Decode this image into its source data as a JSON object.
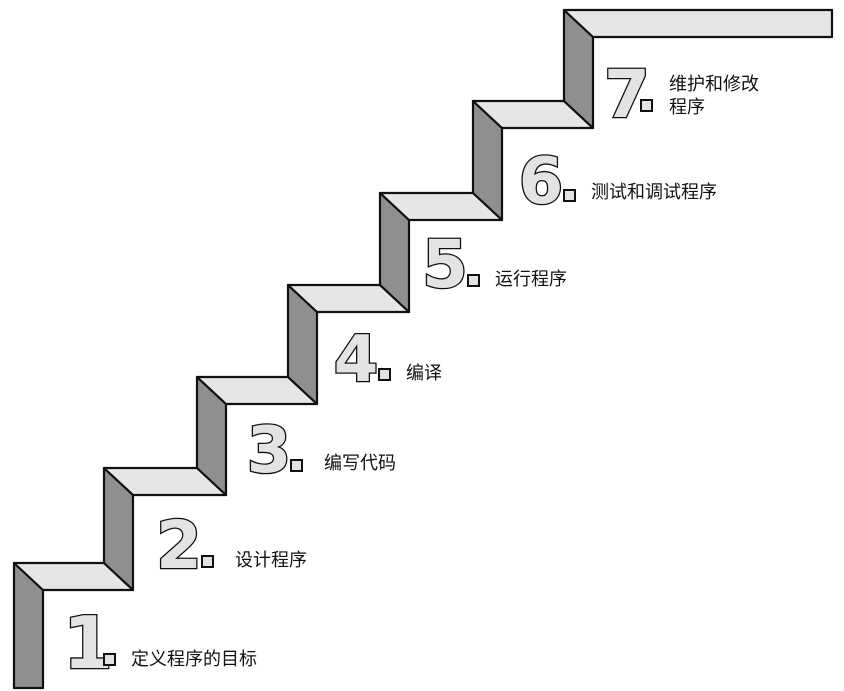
{
  "steps": [
    {
      "number": "1",
      "label": "定义程序的目标"
    },
    {
      "number": "2",
      "label": "设计程序"
    },
    {
      "number": "3",
      "label": "编写代码"
    },
    {
      "number": "4",
      "label": "编译"
    },
    {
      "number": "5",
      "label": "运行程序"
    },
    {
      "number": "6",
      "label": "测试和调试程序"
    },
    {
      "number": "7",
      "label_line1": "维护和修改",
      "label_line2": "程序"
    }
  ]
}
